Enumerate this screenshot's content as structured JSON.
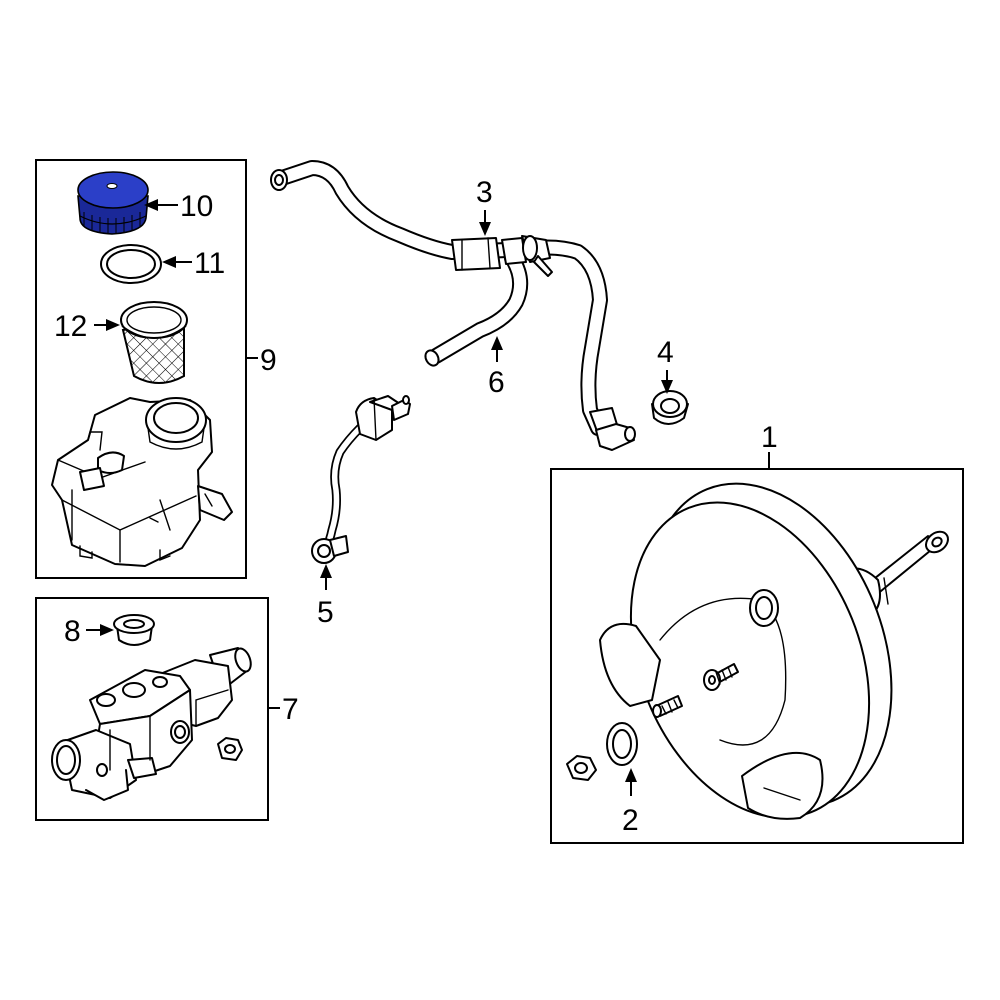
{
  "colors": {
    "highlight": "#2b3fc8",
    "highlight_dark": "#1a2898",
    "line": "#000000",
    "background": "#ffffff"
  },
  "callouts": {
    "c1": "1",
    "c2": "2",
    "c3": "3",
    "c4": "4",
    "c5": "5",
    "c6": "6",
    "c7": "7",
    "c8": "8",
    "c9": "9",
    "c10": "10",
    "c11": "11",
    "c12": "12"
  },
  "highlighted_part": "10"
}
